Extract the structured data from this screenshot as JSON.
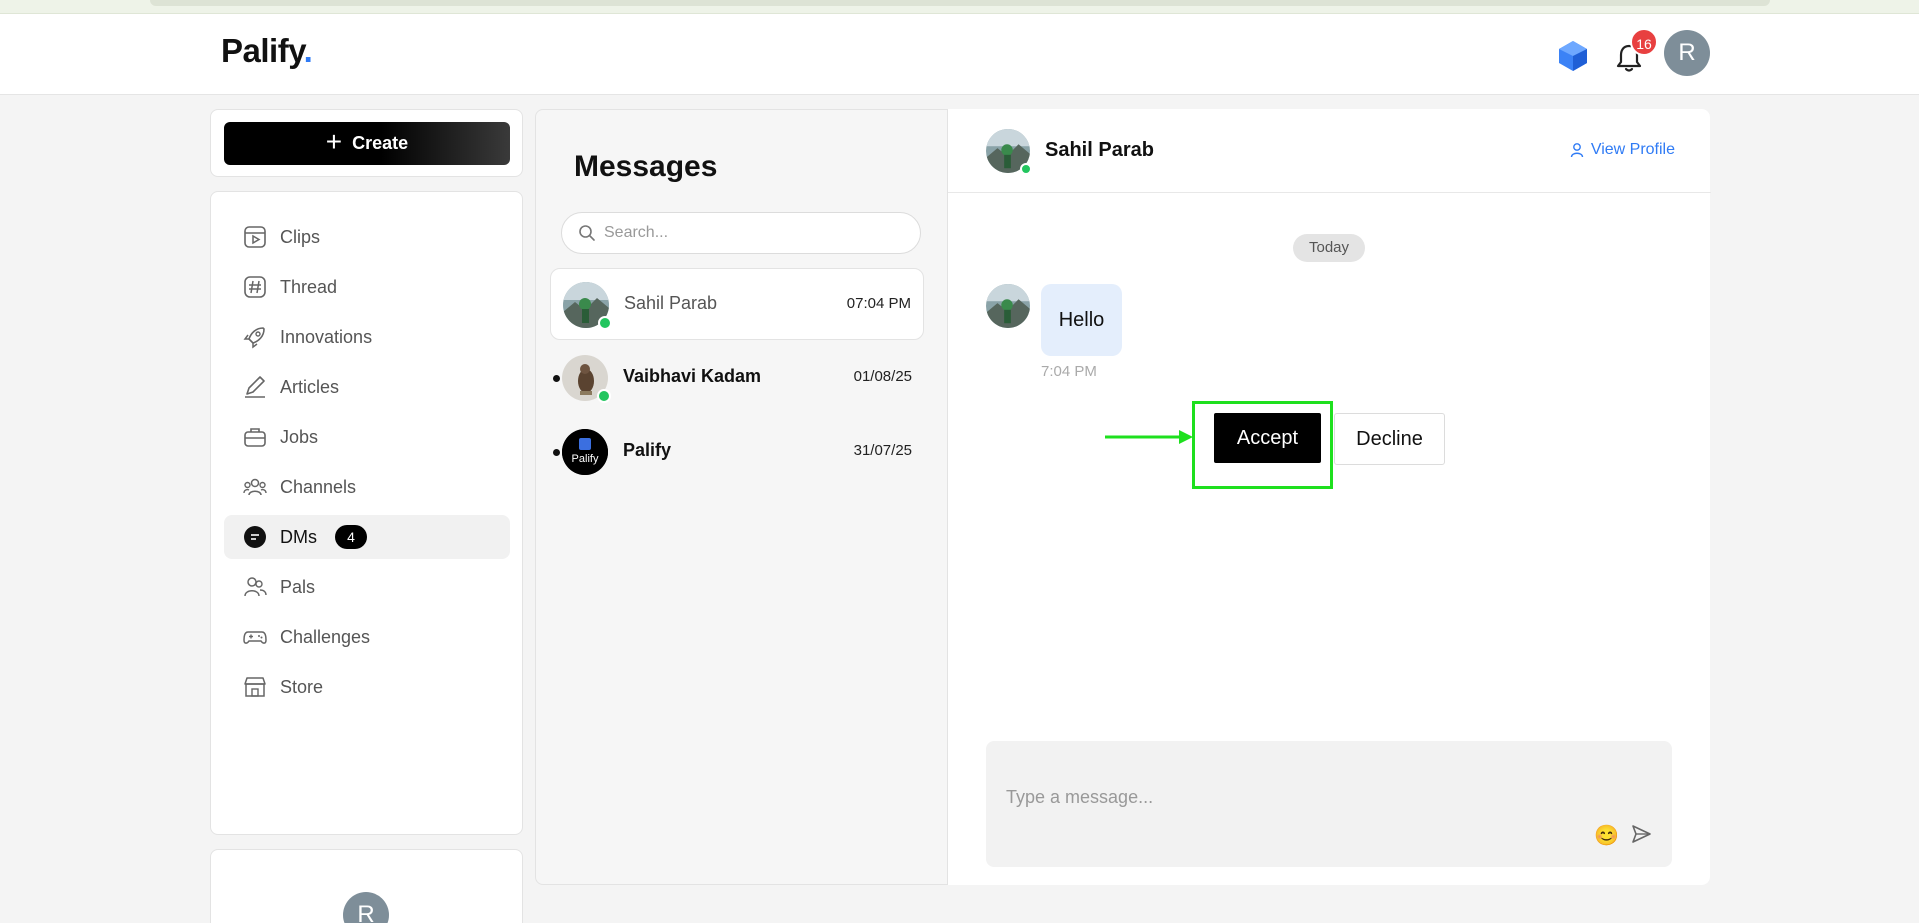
{
  "app": {
    "logo_text": "Palify",
    "logo_dot": ".",
    "notification_count": "16",
    "user_initial": "R"
  },
  "sidebar": {
    "create_label": "Create",
    "items": [
      {
        "label": "Clips",
        "icon": "clips-icon"
      },
      {
        "label": "Thread",
        "icon": "hashtag-icon"
      },
      {
        "label": "Innovations",
        "icon": "rocket-icon"
      },
      {
        "label": "Articles",
        "icon": "pen-icon"
      },
      {
        "label": "Jobs",
        "icon": "briefcase-icon"
      },
      {
        "label": "Channels",
        "icon": "channels-icon"
      },
      {
        "label": "DMs",
        "icon": "chat-bubble-icon",
        "badge": "4",
        "active": true
      },
      {
        "label": "Pals",
        "icon": "pals-icon"
      },
      {
        "label": "Challenges",
        "icon": "gamepad-icon"
      },
      {
        "label": "Store",
        "icon": "store-icon"
      }
    ],
    "profile_initial": "R"
  },
  "messages": {
    "title": "Messages",
    "search_placeholder": "Search...",
    "conversations": [
      {
        "name": "Sahil Parab",
        "time": "07:04 PM",
        "selected": true,
        "unread": false,
        "online": true
      },
      {
        "name": "Vaibhavi Kadam",
        "time": "01/08/25",
        "selected": false,
        "unread": true,
        "online": true
      },
      {
        "name": "Palify",
        "time": "31/07/25",
        "selected": false,
        "unread": true,
        "online": false,
        "avatar_text": "Palify"
      }
    ]
  },
  "chat": {
    "contact_name": "Sahil Parab",
    "view_profile_label": "View Profile",
    "date_divider": "Today",
    "message_text": "Hello",
    "message_time": "7:04 PM",
    "accept_label": "Accept",
    "decline_label": "Decline",
    "composer_placeholder": "Type a message...",
    "emoji": "😊"
  },
  "colors": {
    "accent": "#2f7bf5",
    "online": "#22c55e",
    "badge_red": "#e84040",
    "highlight_green": "#1ee01e"
  }
}
